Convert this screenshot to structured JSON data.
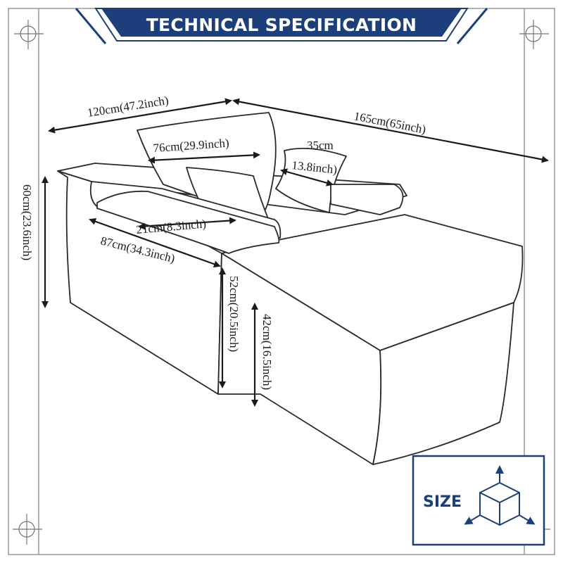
{
  "title": "TECHNICAL SPECIFICATION",
  "size_badge": {
    "label": "SIZE",
    "icon": "cube-axes-icon"
  },
  "colors": {
    "brand_navy": "#1c3f7c",
    "outline": "#2a2a2a",
    "frame": "#9a9a9a"
  },
  "dimensions": {
    "back_width": "120cm(47.2inch)",
    "total_length": "165cm(65inch)",
    "cushion_width": "76cm(29.9inch)",
    "pillow_top": "35cm",
    "pillow_bottom": "13.8inch)",
    "armrest_width": "21cm(8.3inch)",
    "seat_depth": "87cm(34.3inch)",
    "total_height": "60cm(23.6inch)",
    "arm_height": "52cm(20.5inch)",
    "seat_height": "42cm(16.5inch)"
  }
}
